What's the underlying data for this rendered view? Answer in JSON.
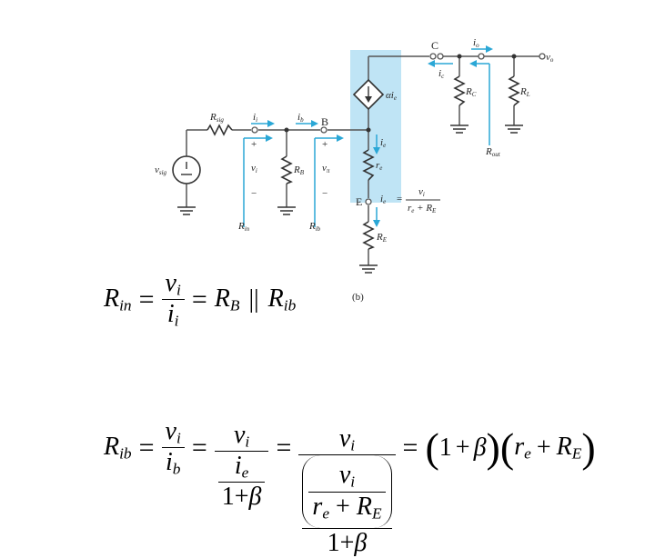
{
  "circuit": {
    "labels": {
      "C": "C",
      "B": "B",
      "E": "E",
      "io": "i",
      "io_sub": "o",
      "vo": "v",
      "vo_sub": "o",
      "ic": "i",
      "ic_sub": "c",
      "alpha_ie": "αi",
      "alpha_ie_sub": "e",
      "RC": "R",
      "RC_sub": "C",
      "RL": "R",
      "RL_sub": "L",
      "Rout": "R",
      "Rout_sub": "out",
      "Rsig": "R",
      "Rsig_sub": "sig",
      "vsig": "v",
      "vsig_sub": "sig",
      "ii": "i",
      "ii_sub": "i",
      "ib": "i",
      "ib_sub": "b",
      "vi": "v",
      "vi_sub": "i",
      "vpi": "v",
      "vpi_sub": "π",
      "RB": "R",
      "RB_sub": "B",
      "ie_top": "i",
      "ie_top_sub": "e",
      "re": "r",
      "re_sub": "e",
      "ie_bot": "i",
      "ie_bot_sub": "e",
      "eq_num": "v",
      "eq_num_sub": "i",
      "eq_den": "r",
      "eq_den_sub": "e",
      "eq_den_plus": " + R",
      "eq_den_sub2": "E",
      "RE": "R",
      "RE_sub": "E",
      "Rin": "R",
      "Rin_sub": "in",
      "Rib": "R",
      "Rib_sub": "ib",
      "caption": "(b)",
      "plus": "+",
      "minus": "−",
      "equals": "="
    },
    "colors": {
      "highlight": "#bfe4f5",
      "current": "#2aa7d6",
      "wire": "#555555"
    }
  },
  "equations": {
    "R": "R",
    "v": "v",
    "i": "i",
    "r": "r",
    "beta": "β",
    "sub_in": "in",
    "sub_i": "i",
    "sub_B": "B",
    "sub_ib": "ib",
    "sub_b": "b",
    "sub_e": "e",
    "sub_E": "E",
    "equals": "=",
    "parallel": "||",
    "plus": "+",
    "one": "1",
    "lparen": "(",
    "rparen": ")"
  }
}
